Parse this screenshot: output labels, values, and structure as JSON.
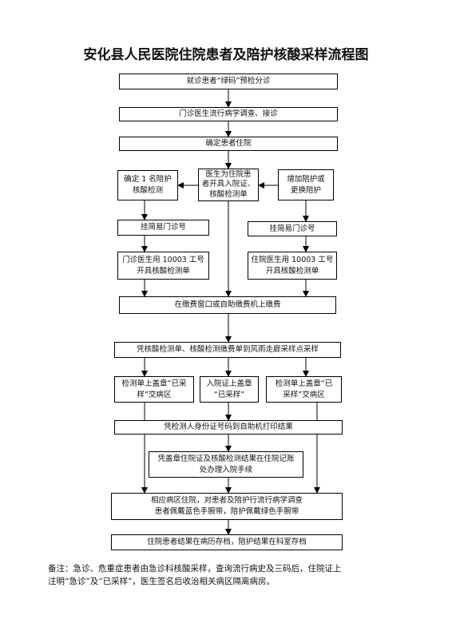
{
  "title": "安化县人民医院住院患者及陪护核酸采样流程图",
  "boxes": {
    "b1": [
      "就诊患者“绿码”预检分诊"
    ],
    "b2": [
      "门诊医生流行病学调查、接诊"
    ],
    "b3": [
      "确定患者住院"
    ],
    "b4": [
      "确定 1 名陪护",
      "核酸检测"
    ],
    "b5": [
      "医生为住院患",
      "者开具入院证、",
      "核酸检测单"
    ],
    "b6": [
      "增加陪护或",
      "更换陪护"
    ],
    "b7": [
      "挂简易门诊号"
    ],
    "b8": [
      "挂简易门诊号"
    ],
    "b9": [
      "门诊医生用 10003 工号",
      "开具核酸检测单"
    ],
    "b10": [
      "住院医生用 10003 工号",
      "开具核酸检测单"
    ],
    "b11": [
      "在缴费窗口或自助缴费机上缴费"
    ],
    "b12": [
      "凭核酸检测单、核酸检测缴费单到风雨走廊采样点采样"
    ],
    "b13": [
      "检测单上盖章“已采",
      "样”交病区"
    ],
    "b14": [
      "入院证上盖章",
      "“已采样”"
    ],
    "b15": [
      "检测单上盖章“已",
      "采样”交病区"
    ],
    "b16": [
      "凭检测人身份证号码到自助机打印结果"
    ],
    "b17": [
      "凭盖章住院证及核酸检测结果在住院记账",
      "处办理入院手续"
    ],
    "b18": [
      "相应病区住院，对患者及陪护行流行病学调查",
      "患者佩戴蓝色手腕带，陪护佩戴绿色手腕带"
    ],
    "b19": [
      "住院患者结果在病历存档，陪护结果在科室存档"
    ]
  },
  "note": [
    "备注：急诊、危重症患者由急诊科核酸采样，查询流行病史及三码后，住院证上",
    "注明“急诊”及“已采样”，医生签名后收治相关病区隔离病房。"
  ]
}
